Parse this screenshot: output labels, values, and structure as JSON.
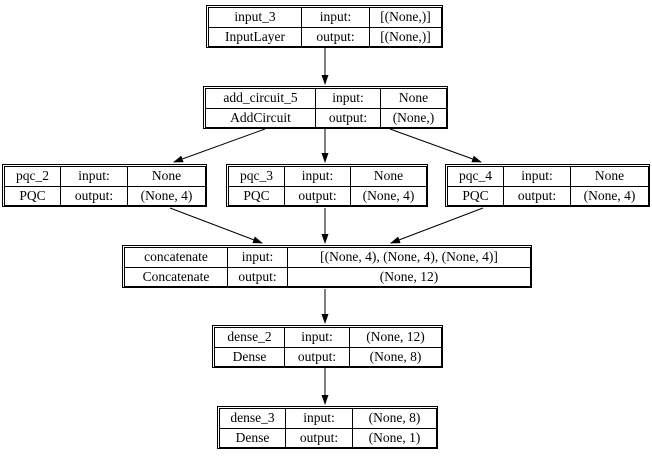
{
  "diagram_type": "keras-model-architecture-graph",
  "cell_labels": {
    "input": "input:",
    "output": "output:"
  },
  "nodes": [
    {
      "id": "input_3",
      "name": "input_3",
      "type": "InputLayer",
      "input_shape": "[(None,)]",
      "output_shape": "[(None,)]"
    },
    {
      "id": "add_circuit_5",
      "name": "add_circuit_5",
      "type": "AddCircuit",
      "input_shape": "None",
      "output_shape": "(None,)"
    },
    {
      "id": "pqc_2",
      "name": "pqc_2",
      "type": "PQC",
      "input_shape": "None",
      "output_shape": "(None, 4)"
    },
    {
      "id": "pqc_3",
      "name": "pqc_3",
      "type": "PQC",
      "input_shape": "None",
      "output_shape": "(None, 4)"
    },
    {
      "id": "pqc_4",
      "name": "pqc_4",
      "type": "PQC",
      "input_shape": "None",
      "output_shape": "(None, 4)"
    },
    {
      "id": "concatenate",
      "name": "concatenate",
      "type": "Concatenate",
      "input_shape": "[(None, 4), (None, 4), (None, 4)]",
      "output_shape": "(None, 12)"
    },
    {
      "id": "dense_2",
      "name": "dense_2",
      "type": "Dense",
      "input_shape": "(None, 12)",
      "output_shape": "(None, 8)"
    },
    {
      "id": "dense_3",
      "name": "dense_3",
      "type": "Dense",
      "input_shape": "(None, 8)",
      "output_shape": "(None, 1)"
    }
  ],
  "edges": [
    {
      "from": "input_3",
      "to": "add_circuit_5"
    },
    {
      "from": "add_circuit_5",
      "to": "pqc_2"
    },
    {
      "from": "add_circuit_5",
      "to": "pqc_3"
    },
    {
      "from": "add_circuit_5",
      "to": "pqc_4"
    },
    {
      "from": "pqc_2",
      "to": "concatenate"
    },
    {
      "from": "pqc_3",
      "to": "concatenate"
    },
    {
      "from": "pqc_4",
      "to": "concatenate"
    },
    {
      "from": "concatenate",
      "to": "dense_2"
    },
    {
      "from": "dense_2",
      "to": "dense_3"
    }
  ],
  "colors": {
    "line": "#000000",
    "background": "#ffffff",
    "text": "#000000"
  }
}
